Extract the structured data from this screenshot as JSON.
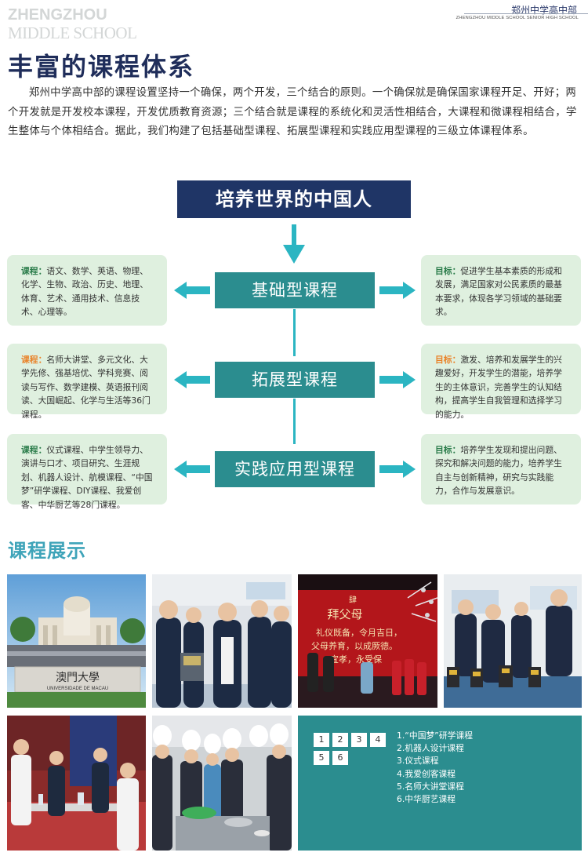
{
  "header": {
    "logo_line1": "ZHENGZHOU",
    "logo_line2": "MIDDLE SCHOOL",
    "school_cn": "郑州中学高中部",
    "school_en": "ZHENGZHOU MIDDLE SCHOOL SENIOR HIGH SCHOOL"
  },
  "title": "丰富的课程体系",
  "intro": "郑州中学高中部的课程设置坚持一个确保，两个开发，三个结合的原则。一个确保就是确保国家课程开足、开好；两个开发就是开发校本课程，开发优质教育资源；三个结合就是课程的系统化和灵活性相结合，大课程和微课程相结合，学生整体与个体相结合。据此，我们构建了包括基础型课程、拓展型课程和实践应用型课程的三级立体课程体系。",
  "goal": "培养世界的中国人",
  "tiers": [
    {
      "name": "基础型课程",
      "course_label": "课程：",
      "course_text": "语文、数学、英语、物理、化学、生物、政治、历史、地理、体育、艺术、通用技术、信息技术、心理等。",
      "goal_label": "目标：",
      "goal_text": "促进学生基本素质的形成和发展，满足国家对公民素质的最基本要求，体现各学习领域的基础要求。"
    },
    {
      "name": "拓展型课程",
      "course_label": "课程：",
      "course_text": "名师大讲堂、多元文化、大学先修、强基培优、学科竞赛、阅读与写作、数学建模、英语报刊阅读、大国崛起、化学与生活等36门课程。",
      "goal_label": "目标：",
      "goal_text": "激发、培养和发展学生的兴趣爱好，开发学生的潜能，培养学生的主体意识，完善学生的认知结构，提高学生自我管理和选择学习的能力。"
    },
    {
      "name": "实践应用型课程",
      "course_label": "课程：",
      "course_text": "仪式课程、中学生领导力、演讲与口才、项目研究、生涯规划、机器人设计、航模课程、“中国梦”研学课程、DIY课程、我爱创客、中华厨艺等28门课程。",
      "goal_label": "目标：",
      "goal_text": "培养学生发现和提出问题、探究和解决问题的能力，培养学生自主与创新精神，研究与实践能力，合作与发展意识。"
    }
  ],
  "showcase_title": "课程展示",
  "photos": {
    "p1_sign_cn": "澳門大學",
    "p1_sign_en": "UNIVERSIDADE DE MACAU",
    "p3_line0": "肆",
    "p3_line1": "拜父母",
    "p3_line2": "礼仪既备，令月吉日，",
    "p3_line3": "父母养育，以成厥德。",
    "p3_line4": "宜孝，永受保"
  },
  "pages": [
    "1",
    "2",
    "3",
    "4",
    "5",
    "6"
  ],
  "courses": [
    "1.“中国梦”研学课程",
    "2.机器人设计课程",
    "3.仪式课程",
    "4.我爱创客课程",
    "5.名师大讲堂课程",
    "6.中华厨艺课程"
  ],
  "colors": {
    "navy": "#1f3566",
    "teal": "#2b8d8f",
    "arrow": "#2bb5c2",
    "side_bg": "#dff0df",
    "label_green": "#2a7c4a",
    "label_orange": "#e9832a",
    "heading_blue": "#3fa4b9"
  }
}
